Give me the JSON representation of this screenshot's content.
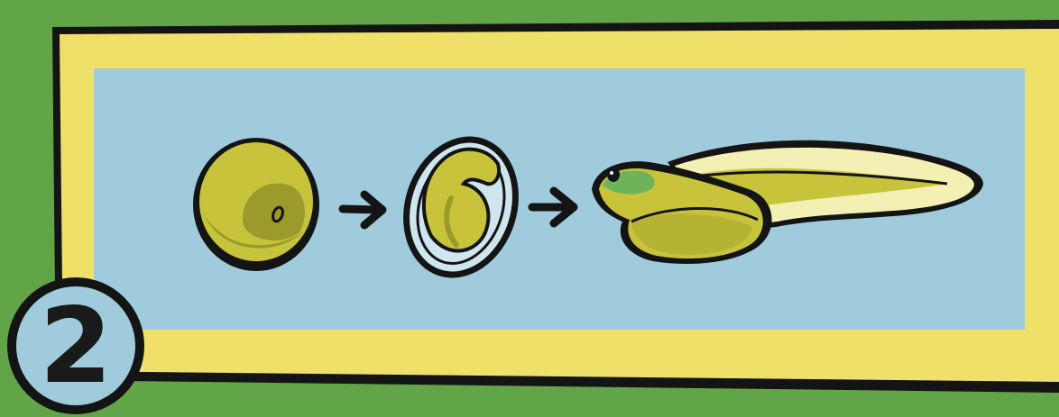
{
  "figure": {
    "step_number": "2",
    "stages": [
      {
        "name": "egg"
      },
      {
        "name": "embryo-in-egg"
      },
      {
        "name": "tadpole"
      }
    ],
    "colors": {
      "background": "#62a548",
      "frame": "#efe06a",
      "panel": "#a0cbdc",
      "outline": "#141414",
      "body": "#c7c43c",
      "shadow": "#9d9a2c",
      "tail_light": "#f3f0b3",
      "badge_fill": "#a0cbdc"
    }
  }
}
